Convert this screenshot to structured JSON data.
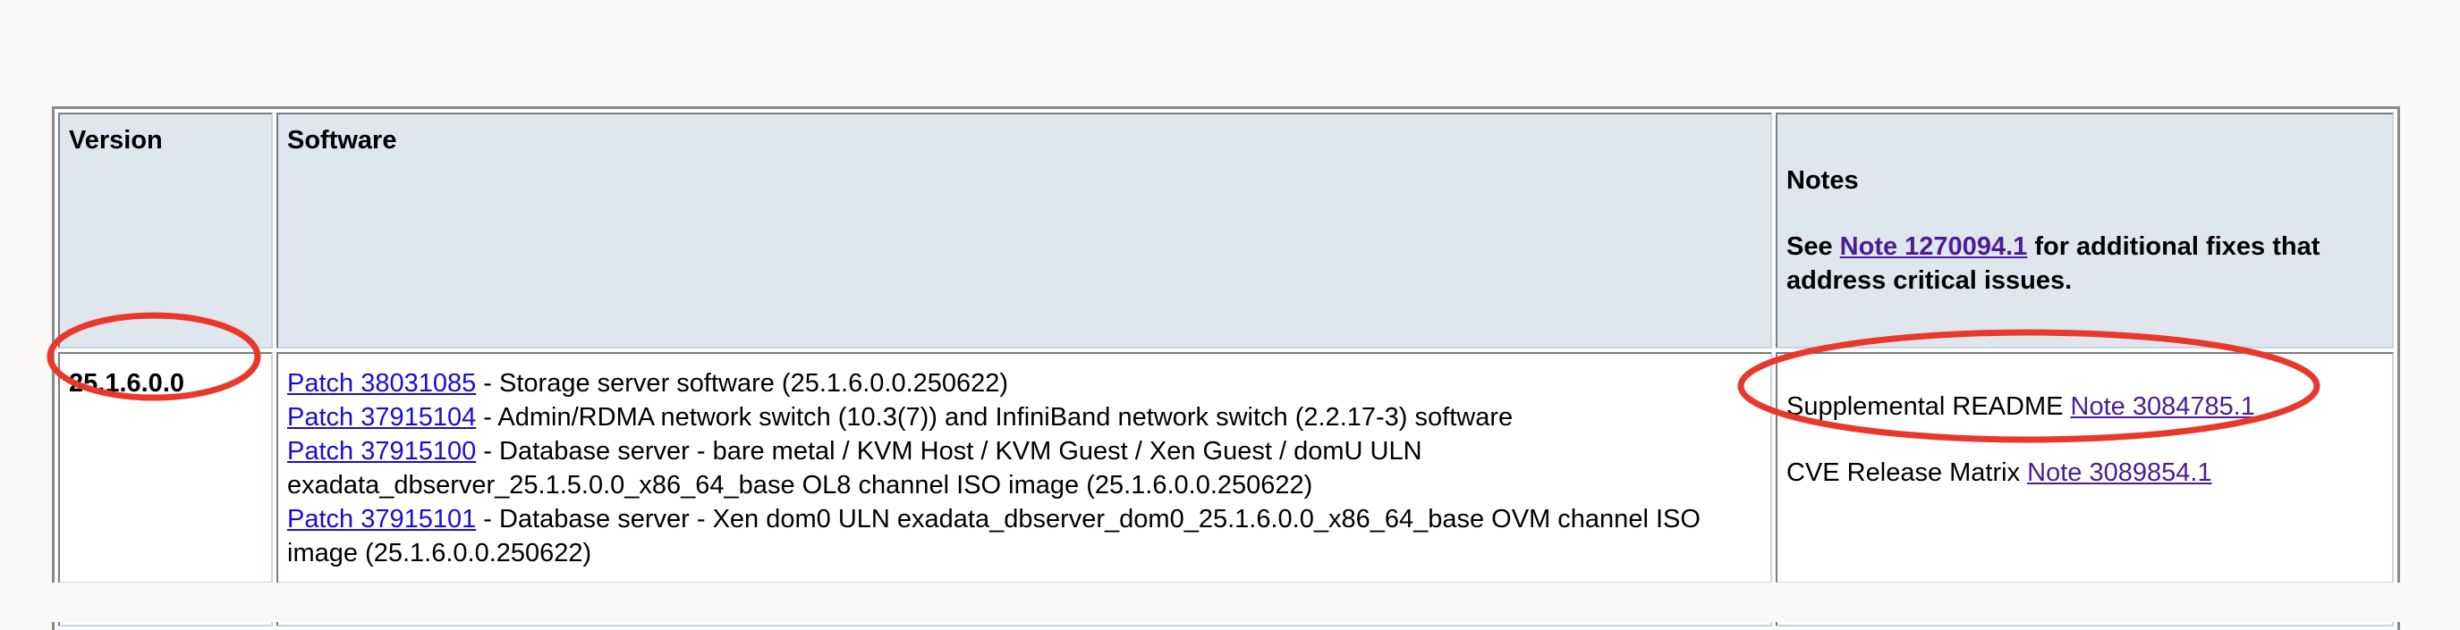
{
  "table": {
    "headers": {
      "version": "Version",
      "software": "Software",
      "notes_title": "Notes",
      "notes_see": "See",
      "notes_link": "Note 1270094.1",
      "notes_rest": "for additional fixes that address critical issues."
    },
    "rows": [
      {
        "version": "25.1.6.0.0",
        "software": [
          {
            "link": "Patch 38031085",
            "text": " - Storage server software (25.1.6.0.0.250622)"
          },
          {
            "link": "Patch 37915104",
            "text": " - Admin/RDMA network switch (10.3(7)) and InfiniBand network switch (2.2.17-3) software"
          },
          {
            "link": "Patch 37915100",
            "text": " - Database server - bare metal / KVM Host / KVM Guest / Xen Guest / domU ULN exadata_dbserver_25.1.5.0.0_x86_64_base OL8 channel ISO image (25.1.6.0.0.250622)"
          },
          {
            "link": "Patch 37915101",
            "text": " - Database server - Xen dom0 ULN exadata_dbserver_dom0_25.1.6.0.0_x86_64_base OVM channel ISO image (25.1.6.0.0.250622)"
          }
        ],
        "notes": [
          {
            "text": "Supplemental README ",
            "link": "Note 3084785.1"
          },
          {
            "text": "CVE Release Matrix ",
            "link": "Note 3089854.1"
          }
        ]
      }
    ]
  },
  "annotations": {
    "highlight_color": "#e8382b"
  }
}
